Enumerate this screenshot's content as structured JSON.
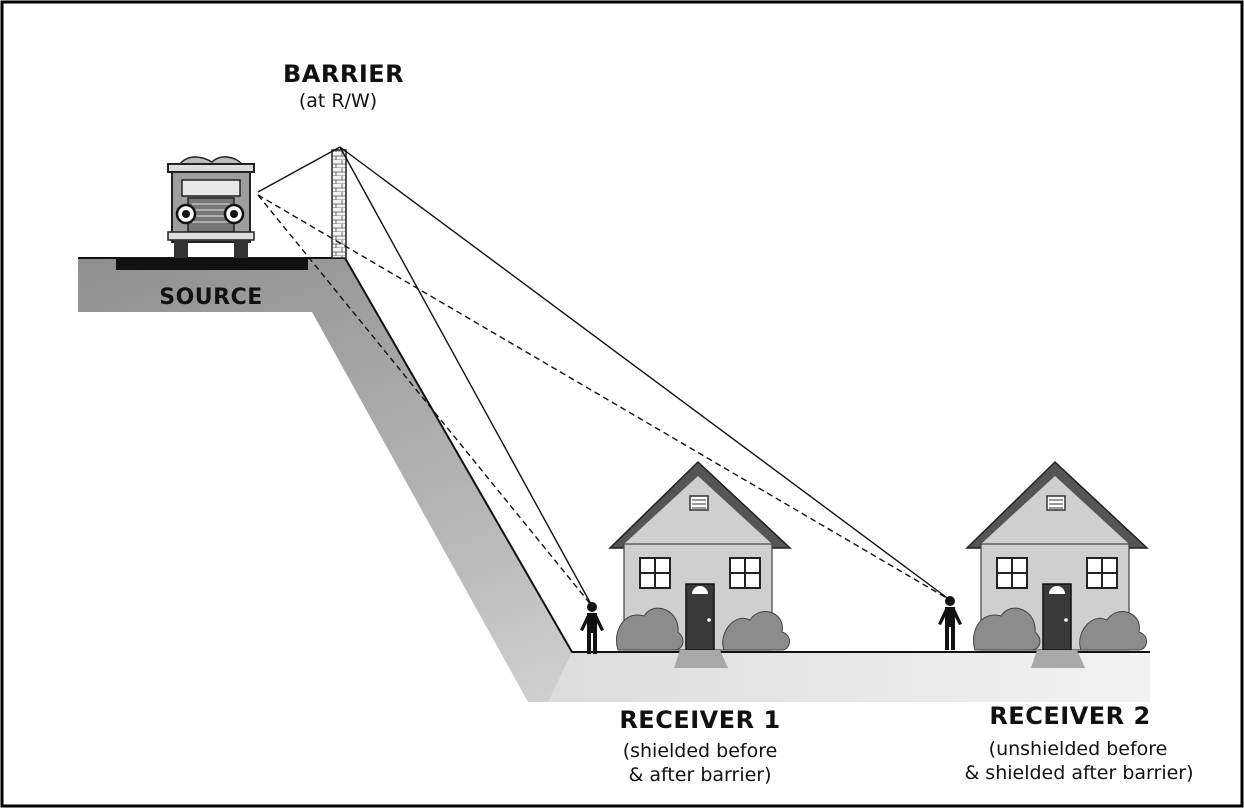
{
  "barrier": {
    "title": "BARRIER",
    "subtitle": "(at R/W)"
  },
  "source": {
    "label": "SOURCE"
  },
  "receiver1": {
    "title": "RECEIVER 1",
    "line1": "(shielded before",
    "line2": "& after barrier)"
  },
  "receiver2": {
    "title": "RECEIVER 2",
    "line1": "(unshielded before",
    "line2": "& shielded after barrier)"
  },
  "colors": {
    "border": "#000000",
    "ground_dark": "#9a9a9a",
    "ground_light": "#e4e4e4",
    "roof": "#555555",
    "wall": "#cfcfcf",
    "shrub": "#8c8c8c"
  }
}
